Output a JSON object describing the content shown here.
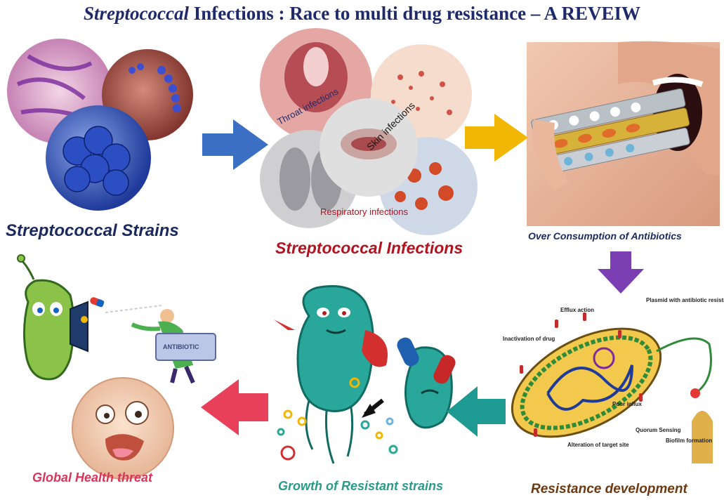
{
  "title": {
    "italic_part": "Streptococcal",
    "rest": " Infections :  Race to multi drug resistance – A REVEIW"
  },
  "panels": {
    "strains": {
      "caption": "Streptococcal Strains",
      "color": "#1b2a5e"
    },
    "infections": {
      "caption": "Streptococcal Infections",
      "color": "#b3121f",
      "labels": {
        "throat": "Throat infections",
        "skin": "Skin infections",
        "respiratory": "Respiratory infections"
      }
    },
    "antibiotics": {
      "caption": "Over Consumption  of Antibiotics",
      "color": "#1b2a5e"
    },
    "resistance": {
      "caption": "Resistance  development",
      "color": "#6b3a12",
      "labels": {
        "efflux": "Efflux action",
        "plasmid": "Plasmid with antibiotic resistant genes",
        "inactivation": "Inactivation of drug",
        "poor_influx": "Poor influx",
        "quorum": "Quorum Sensing",
        "alteration": "Alteration of target site",
        "biofilm": "Biofilm formation"
      }
    },
    "growth": {
      "caption": "Growth of Resistant strains",
      "color": "#2a9a8a"
    },
    "threat": {
      "caption": "Global  Health threat",
      "color": "#d9345a",
      "box_label": "ANTIBIOTIC"
    }
  },
  "arrows": {
    "blue": "#3a6fc4",
    "yellow": "#f2b705",
    "purple": "#7b3fb3",
    "teal": "#1d9a92",
    "red": "#e8405a"
  }
}
